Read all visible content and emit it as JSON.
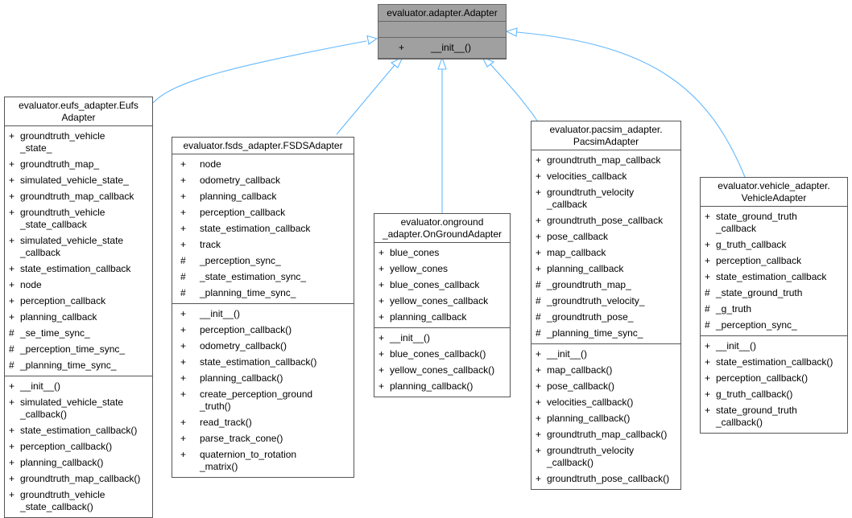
{
  "base": {
    "title": "evaluator.adapter.Adapter",
    "attributes": [],
    "methods": [
      {
        "vis": "+",
        "name": "__init__()"
      }
    ]
  },
  "classes": [
    {
      "id": "eufs",
      "title_lines": [
        "evaluator.eufs_adapter.Eufs",
        "Adapter"
      ],
      "attributes": [
        {
          "vis": "+",
          "name_lines": [
            "groundtruth_vehicle",
            "_state_"
          ]
        },
        {
          "vis": "+",
          "name_lines": [
            "groundtruth_map_"
          ]
        },
        {
          "vis": "+",
          "name_lines": [
            "simulated_vehicle_state_"
          ]
        },
        {
          "vis": "+",
          "name_lines": [
            "groundtruth_map_callback"
          ]
        },
        {
          "vis": "+",
          "name_lines": [
            "groundtruth_vehicle",
            "_state_callback"
          ]
        },
        {
          "vis": "+",
          "name_lines": [
            "simulated_vehicle_state",
            "_callback"
          ]
        },
        {
          "vis": "+",
          "name_lines": [
            "state_estimation_callback"
          ]
        },
        {
          "vis": "+",
          "name_lines": [
            "node"
          ]
        },
        {
          "vis": "+",
          "name_lines": [
            "perception_callback"
          ]
        },
        {
          "vis": "+",
          "name_lines": [
            "planning_callback"
          ]
        },
        {
          "vis": "#",
          "name_lines": [
            "_se_time_sync_"
          ]
        },
        {
          "vis": "#",
          "name_lines": [
            "_perception_time_sync_"
          ]
        },
        {
          "vis": "#",
          "name_lines": [
            "_planning_time_sync_"
          ]
        }
      ],
      "methods": [
        {
          "vis": "+",
          "name_lines": [
            "__init__()"
          ]
        },
        {
          "vis": "+",
          "name_lines": [
            "simulated_vehicle_state",
            "_callback()"
          ]
        },
        {
          "vis": "+",
          "name_lines": [
            "state_estimation_callback()"
          ]
        },
        {
          "vis": "+",
          "name_lines": [
            "perception_callback()"
          ]
        },
        {
          "vis": "+",
          "name_lines": [
            "planning_callback()"
          ]
        },
        {
          "vis": "+",
          "name_lines": [
            "groundtruth_map_callback()"
          ]
        },
        {
          "vis": "+",
          "name_lines": [
            "groundtruth_vehicle",
            "_state_callback()"
          ]
        }
      ]
    },
    {
      "id": "fsds",
      "title_lines": [
        "evaluator.fsds_adapter.FSDSAdapter"
      ],
      "attributes": [
        {
          "vis": "+",
          "name_lines": [
            "node"
          ]
        },
        {
          "vis": "+",
          "name_lines": [
            "odometry_callback"
          ]
        },
        {
          "vis": "+",
          "name_lines": [
            "planning_callback"
          ]
        },
        {
          "vis": "+",
          "name_lines": [
            "perception_callback"
          ]
        },
        {
          "vis": "+",
          "name_lines": [
            "state_estimation_callback"
          ]
        },
        {
          "vis": "+",
          "name_lines": [
            "track"
          ]
        },
        {
          "vis": "#",
          "name_lines": [
            "_perception_sync_"
          ]
        },
        {
          "vis": "#",
          "name_lines": [
            "_state_estimation_sync_"
          ]
        },
        {
          "vis": "#",
          "name_lines": [
            "_planning_time_sync_"
          ]
        }
      ],
      "methods": [
        {
          "vis": "+",
          "name_lines": [
            "__init__()"
          ]
        },
        {
          "vis": "+",
          "name_lines": [
            "perception_callback()"
          ]
        },
        {
          "vis": "+",
          "name_lines": [
            "odometry_callback()"
          ]
        },
        {
          "vis": "+",
          "name_lines": [
            "state_estimation_callback()"
          ]
        },
        {
          "vis": "+",
          "name_lines": [
            "planning_callback()"
          ]
        },
        {
          "vis": "+",
          "name_lines": [
            "create_perception_ground",
            "_truth()"
          ]
        },
        {
          "vis": "+",
          "name_lines": [
            "read_track()"
          ]
        },
        {
          "vis": "+",
          "name_lines": [
            "parse_track_cone()"
          ]
        },
        {
          "vis": "+",
          "name_lines": [
            "quaternion_to_rotation",
            "_matrix()"
          ]
        }
      ]
    },
    {
      "id": "onground",
      "title_lines": [
        "evaluator.onground",
        "_adapter.OnGroundAdapter"
      ],
      "attributes": [
        {
          "vis": "+",
          "name_lines": [
            "blue_cones"
          ]
        },
        {
          "vis": "+",
          "name_lines": [
            "yellow_cones"
          ]
        },
        {
          "vis": "+",
          "name_lines": [
            "blue_cones_callback"
          ]
        },
        {
          "vis": "+",
          "name_lines": [
            "yellow_cones_callback"
          ]
        },
        {
          "vis": "+",
          "name_lines": [
            "planning_callback"
          ]
        }
      ],
      "methods": [
        {
          "vis": "+",
          "name_lines": [
            "__init__()"
          ]
        },
        {
          "vis": "+",
          "name_lines": [
            "blue_cones_callback()"
          ]
        },
        {
          "vis": "+",
          "name_lines": [
            "yellow_cones_callback()"
          ]
        },
        {
          "vis": "+",
          "name_lines": [
            "planning_callback()"
          ]
        }
      ]
    },
    {
      "id": "pacsim",
      "title_lines": [
        "evaluator.pacsim_adapter.",
        "PacsimAdapter"
      ],
      "attributes": [
        {
          "vis": "+",
          "name_lines": [
            "groundtruth_map_callback"
          ]
        },
        {
          "vis": "+",
          "name_lines": [
            "velocities_callback"
          ]
        },
        {
          "vis": "+",
          "name_lines": [
            "groundtruth_velocity",
            "_callback"
          ]
        },
        {
          "vis": "+",
          "name_lines": [
            "groundtruth_pose_callback"
          ]
        },
        {
          "vis": "+",
          "name_lines": [
            "pose_callback"
          ]
        },
        {
          "vis": "+",
          "name_lines": [
            "map_callback"
          ]
        },
        {
          "vis": "+",
          "name_lines": [
            "planning_callback"
          ]
        },
        {
          "vis": "#",
          "name_lines": [
            "_groundtruth_map_"
          ]
        },
        {
          "vis": "#",
          "name_lines": [
            "_groundtruth_velocity_"
          ]
        },
        {
          "vis": "#",
          "name_lines": [
            "_groundtruth_pose_"
          ]
        },
        {
          "vis": "#",
          "name_lines": [
            "_planning_time_sync_"
          ]
        }
      ],
      "methods": [
        {
          "vis": "+",
          "name_lines": [
            "__init__()"
          ]
        },
        {
          "vis": "+",
          "name_lines": [
            "map_callback()"
          ]
        },
        {
          "vis": "+",
          "name_lines": [
            "pose_callback()"
          ]
        },
        {
          "vis": "+",
          "name_lines": [
            "velocities_callback()"
          ]
        },
        {
          "vis": "+",
          "name_lines": [
            "planning_callback()"
          ]
        },
        {
          "vis": "+",
          "name_lines": [
            "groundtruth_map_callback()"
          ]
        },
        {
          "vis": "+",
          "name_lines": [
            "groundtruth_velocity",
            "_callback()"
          ]
        },
        {
          "vis": "+",
          "name_lines": [
            "groundtruth_pose_callback()"
          ]
        }
      ]
    },
    {
      "id": "vehicle",
      "title_lines": [
        "evaluator.vehicle_adapter.",
        "VehicleAdapter"
      ],
      "attributes": [
        {
          "vis": "+",
          "name_lines": [
            "state_ground_truth",
            "_callback"
          ]
        },
        {
          "vis": "+",
          "name_lines": [
            "g_truth_callback"
          ]
        },
        {
          "vis": "+",
          "name_lines": [
            "perception_callback"
          ]
        },
        {
          "vis": "+",
          "name_lines": [
            "state_estimation_callback"
          ]
        },
        {
          "vis": "#",
          "name_lines": [
            "_state_ground_truth"
          ]
        },
        {
          "vis": "#",
          "name_lines": [
            "_g_truth"
          ]
        },
        {
          "vis": "#",
          "name_lines": [
            "_perception_sync_"
          ]
        }
      ],
      "methods": [
        {
          "vis": "+",
          "name_lines": [
            "__init__()"
          ]
        },
        {
          "vis": "+",
          "name_lines": [
            "state_estimation_callback()"
          ]
        },
        {
          "vis": "+",
          "name_lines": [
            "perception_callback()"
          ]
        },
        {
          "vis": "+",
          "name_lines": [
            "g_truth_callback()"
          ]
        },
        {
          "vis": "+",
          "name_lines": [
            "state_ground_truth",
            "_callback()"
          ]
        }
      ]
    }
  ],
  "colors": {
    "edge": "#63b8ff",
    "base_fill": "#a0a0a0",
    "border": "#555555"
  }
}
